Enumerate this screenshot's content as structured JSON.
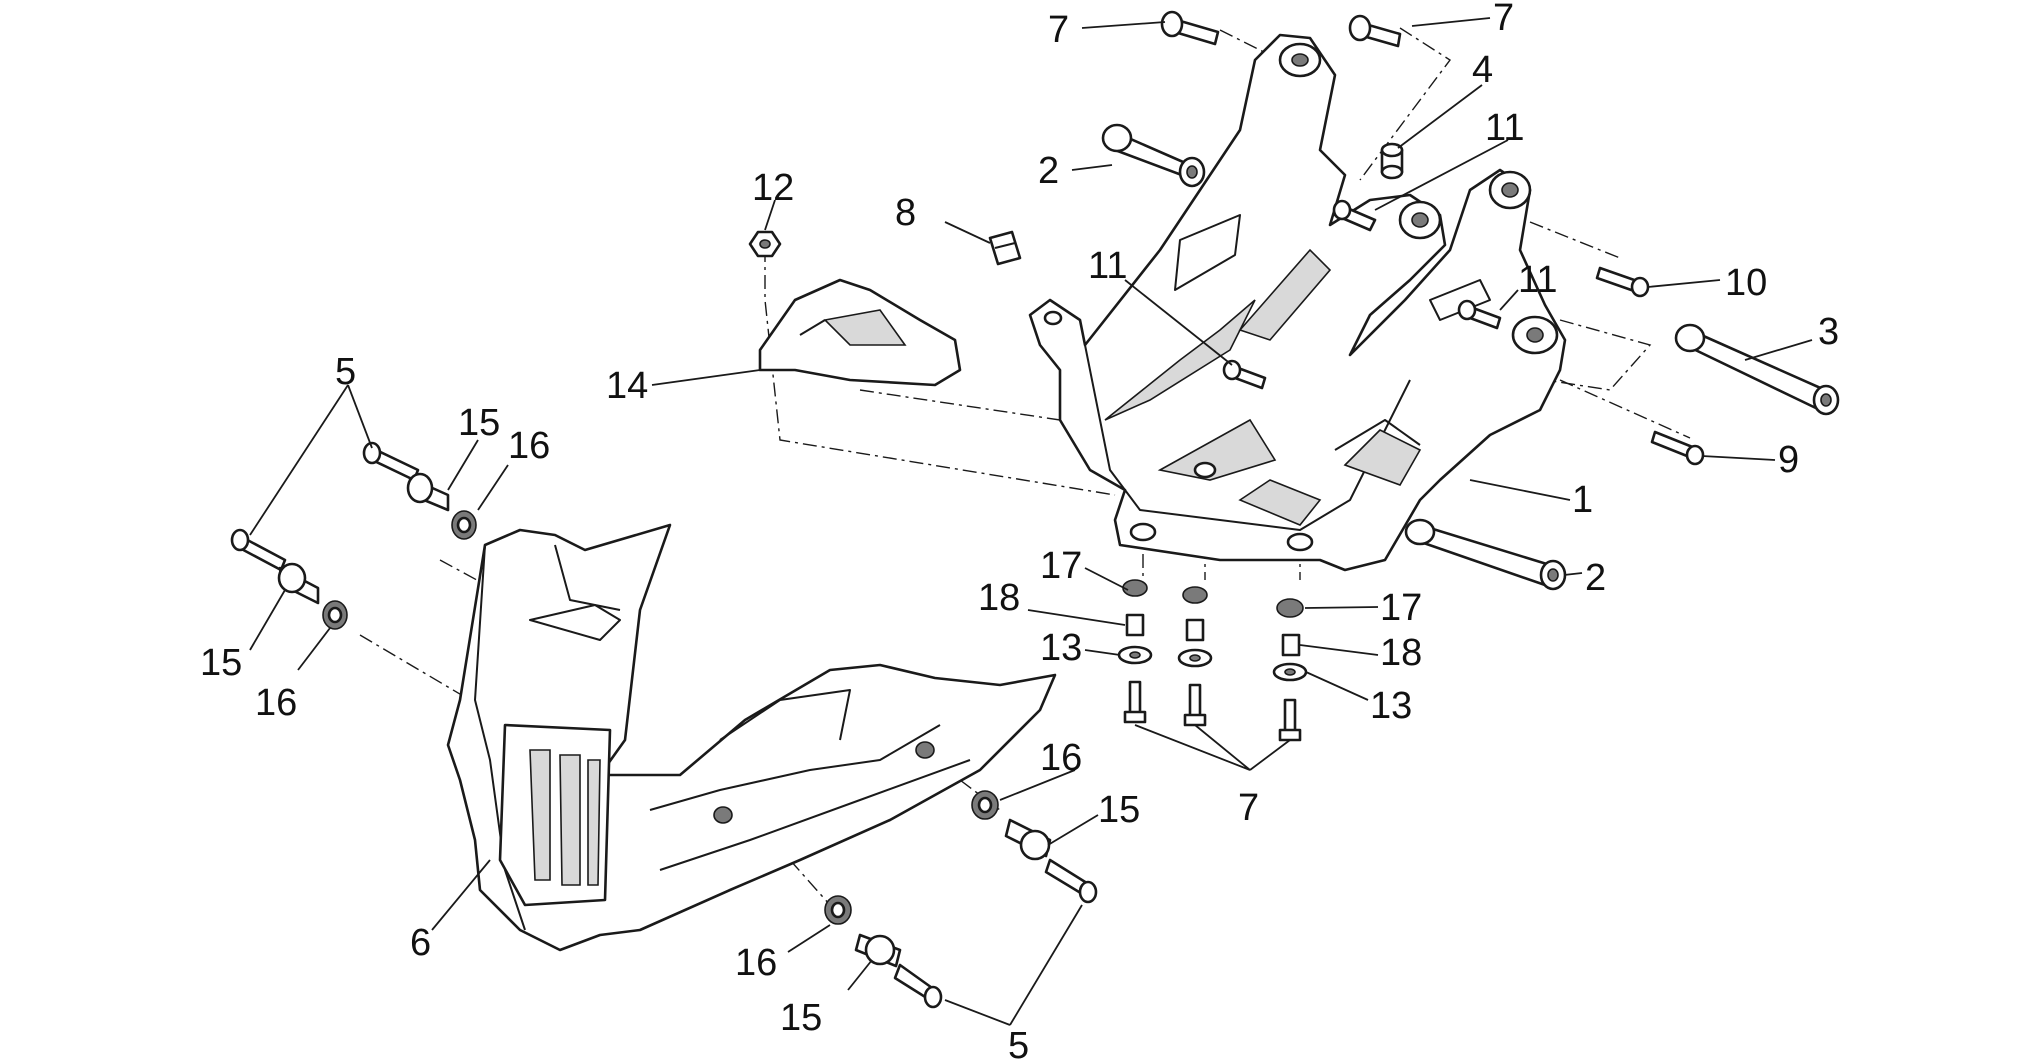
{
  "callouts": [
    {
      "id": "c7a",
      "text": "7"
    },
    {
      "id": "c7b",
      "text": "7"
    },
    {
      "id": "c4",
      "text": "4"
    },
    {
      "id": "c11a",
      "text": "11"
    },
    {
      "id": "c2a",
      "text": "2"
    },
    {
      "id": "c12",
      "text": "12"
    },
    {
      "id": "c8",
      "text": "8"
    },
    {
      "id": "c11b",
      "text": "11"
    },
    {
      "id": "c11c",
      "text": "11"
    },
    {
      "id": "c10",
      "text": "10"
    },
    {
      "id": "c3",
      "text": "3"
    },
    {
      "id": "c14",
      "text": "14"
    },
    {
      "id": "c9",
      "text": "9"
    },
    {
      "id": "c1",
      "text": "1"
    },
    {
      "id": "c2b",
      "text": "2"
    },
    {
      "id": "c5a",
      "text": "5"
    },
    {
      "id": "c15a",
      "text": "15"
    },
    {
      "id": "c16a",
      "text": "16"
    },
    {
      "id": "c17a",
      "text": "17"
    },
    {
      "id": "c18a",
      "text": "18"
    },
    {
      "id": "c17b",
      "text": "17"
    },
    {
      "id": "c18b",
      "text": "18"
    },
    {
      "id": "c13a",
      "text": "13"
    },
    {
      "id": "c13b",
      "text": "13"
    },
    {
      "id": "c15b",
      "text": "15"
    },
    {
      "id": "c16b",
      "text": "16"
    },
    {
      "id": "c7c",
      "text": "7"
    },
    {
      "id": "c16c",
      "text": "16"
    },
    {
      "id": "c15c",
      "text": "15"
    },
    {
      "id": "c6",
      "text": "6"
    },
    {
      "id": "c16d",
      "text": "16"
    },
    {
      "id": "c15d",
      "text": "15"
    },
    {
      "id": "c5b",
      "text": "5"
    }
  ]
}
